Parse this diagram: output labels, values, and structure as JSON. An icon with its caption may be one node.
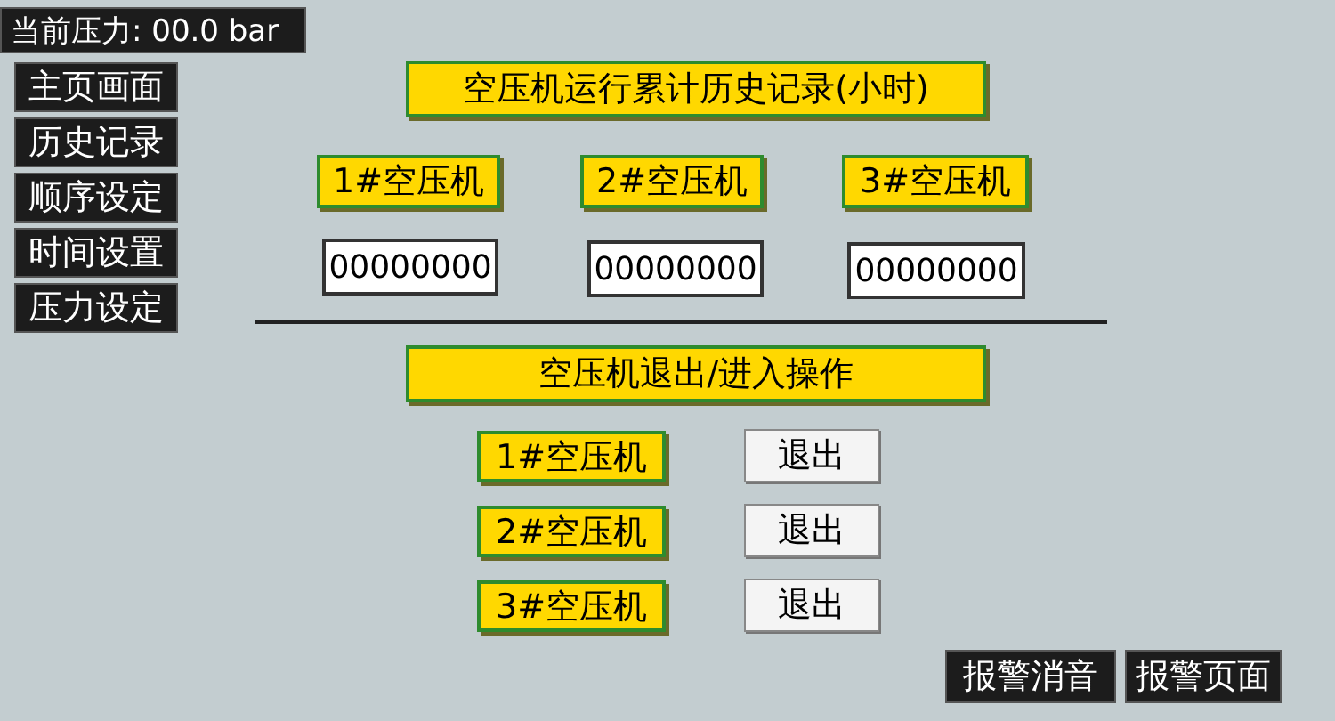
{
  "diagram": {
    "nodes": [
      {
        "text": [
          "当前压力: 00.0 bar"
        ]
      },
      {
        "text": [
          "主页画面"
        ]
      },
      {
        "text": [
          "历史记录"
        ]
      },
      {
        "text": [
          "顺序设定"
        ]
      },
      {
        "text": [
          "时间设置"
        ]
      },
      {
        "text": [
          "压力设定"
        ]
      },
      {
        "text": [
          "空压机运行累计历史记录(小时)"
        ]
      },
      {
        "text": [
          "1#空压机"
        ]
      },
      {
        "text": [
          "2#空压机"
        ]
      },
      {
        "text": [
          "3#空压机"
        ]
      },
      {
        "text": [
          "00000000"
        ]
      },
      {
        "text": [
          "00000000"
        ]
      },
      {
        "text": [
          "00000000"
        ]
      },
      {
        "text": [
          "空压机退出/进入操作"
        ]
      },
      {
        "text": [
          "1#空压机"
        ]
      },
      {
        "text": [
          "退出"
        ]
      },
      {
        "text": [
          "2#空压机"
        ]
      },
      {
        "text": [
          "退出"
        ]
      },
      {
        "text": [
          "3#空压机"
        ]
      },
      {
        "text": [
          "退出"
        ]
      },
      {
        "text": [
          "报警消音"
        ]
      },
      {
        "text": [
          "报警页面"
        ]
      }
    ]
  }
}
